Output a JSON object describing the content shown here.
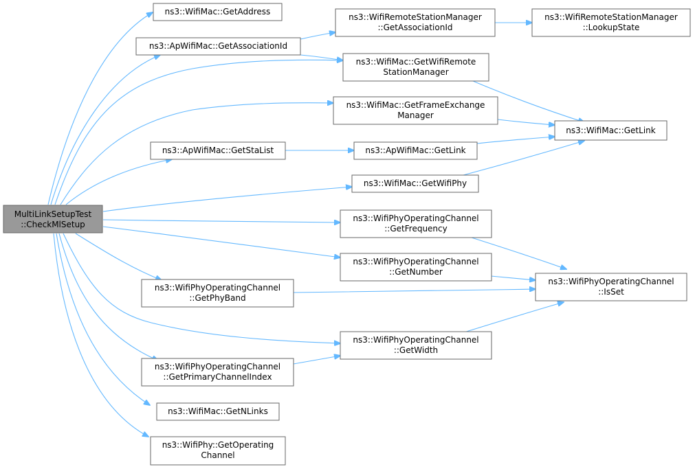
{
  "colors": {
    "edge": "#63b8ff",
    "node_border": "#666666",
    "root_fill": "#999999",
    "node_fill": "#ffffff"
  },
  "nodes": {
    "root": [
      "MultiLinkSetupTest",
      "::CheckMlSetup"
    ],
    "getaddress": [
      "ns3::WifiMac::GetAddress"
    ],
    "ap_getassociationid": [
      "ns3::ApWifiMac::GetAssociationId"
    ],
    "rsm_getassociationid": [
      "ns3::WifiRemoteStationManager",
      "::GetAssociationId"
    ],
    "rsm_lookupstate": [
      "ns3::WifiRemoteStationManager",
      "::LookupState"
    ],
    "getwifiremotestationmanager": [
      "ns3::WifiMac::GetWifiRemote",
      "StationManager"
    ],
    "getframeexchangemanager": [
      "ns3::WifiMac::GetFrameExchange",
      "Manager"
    ],
    "wifimac_getlink": [
      "ns3::WifiMac::GetLink"
    ],
    "ap_getstalist": [
      "ns3::ApWifiMac::GetStaList"
    ],
    "ap_getlink": [
      "ns3::ApWifiMac::GetLink"
    ],
    "getwifiphy": [
      "ns3::WifiMac::GetWifiPhy"
    ],
    "getfrequency": [
      "ns3::WifiPhyOperatingChannel",
      "::GetFrequency"
    ],
    "getnumber": [
      "ns3::WifiPhyOperatingChannel",
      "::GetNumber"
    ],
    "isset": [
      "ns3::WifiPhyOperatingChannel",
      "::IsSet"
    ],
    "getphyband": [
      "ns3::WifiPhyOperatingChannel",
      "::GetPhyBand"
    ],
    "getwidth": [
      "ns3::WifiPhyOperatingChannel",
      "::GetWidth"
    ],
    "getprimarychannelindex": [
      "ns3::WifiPhyOperatingChannel",
      "::GetPrimaryChannelIndex"
    ],
    "getnlinks": [
      "ns3::WifiMac::GetNLinks"
    ],
    "getoperatingchannel": [
      "ns3::WifiPhy::GetOperating",
      "Channel"
    ]
  }
}
